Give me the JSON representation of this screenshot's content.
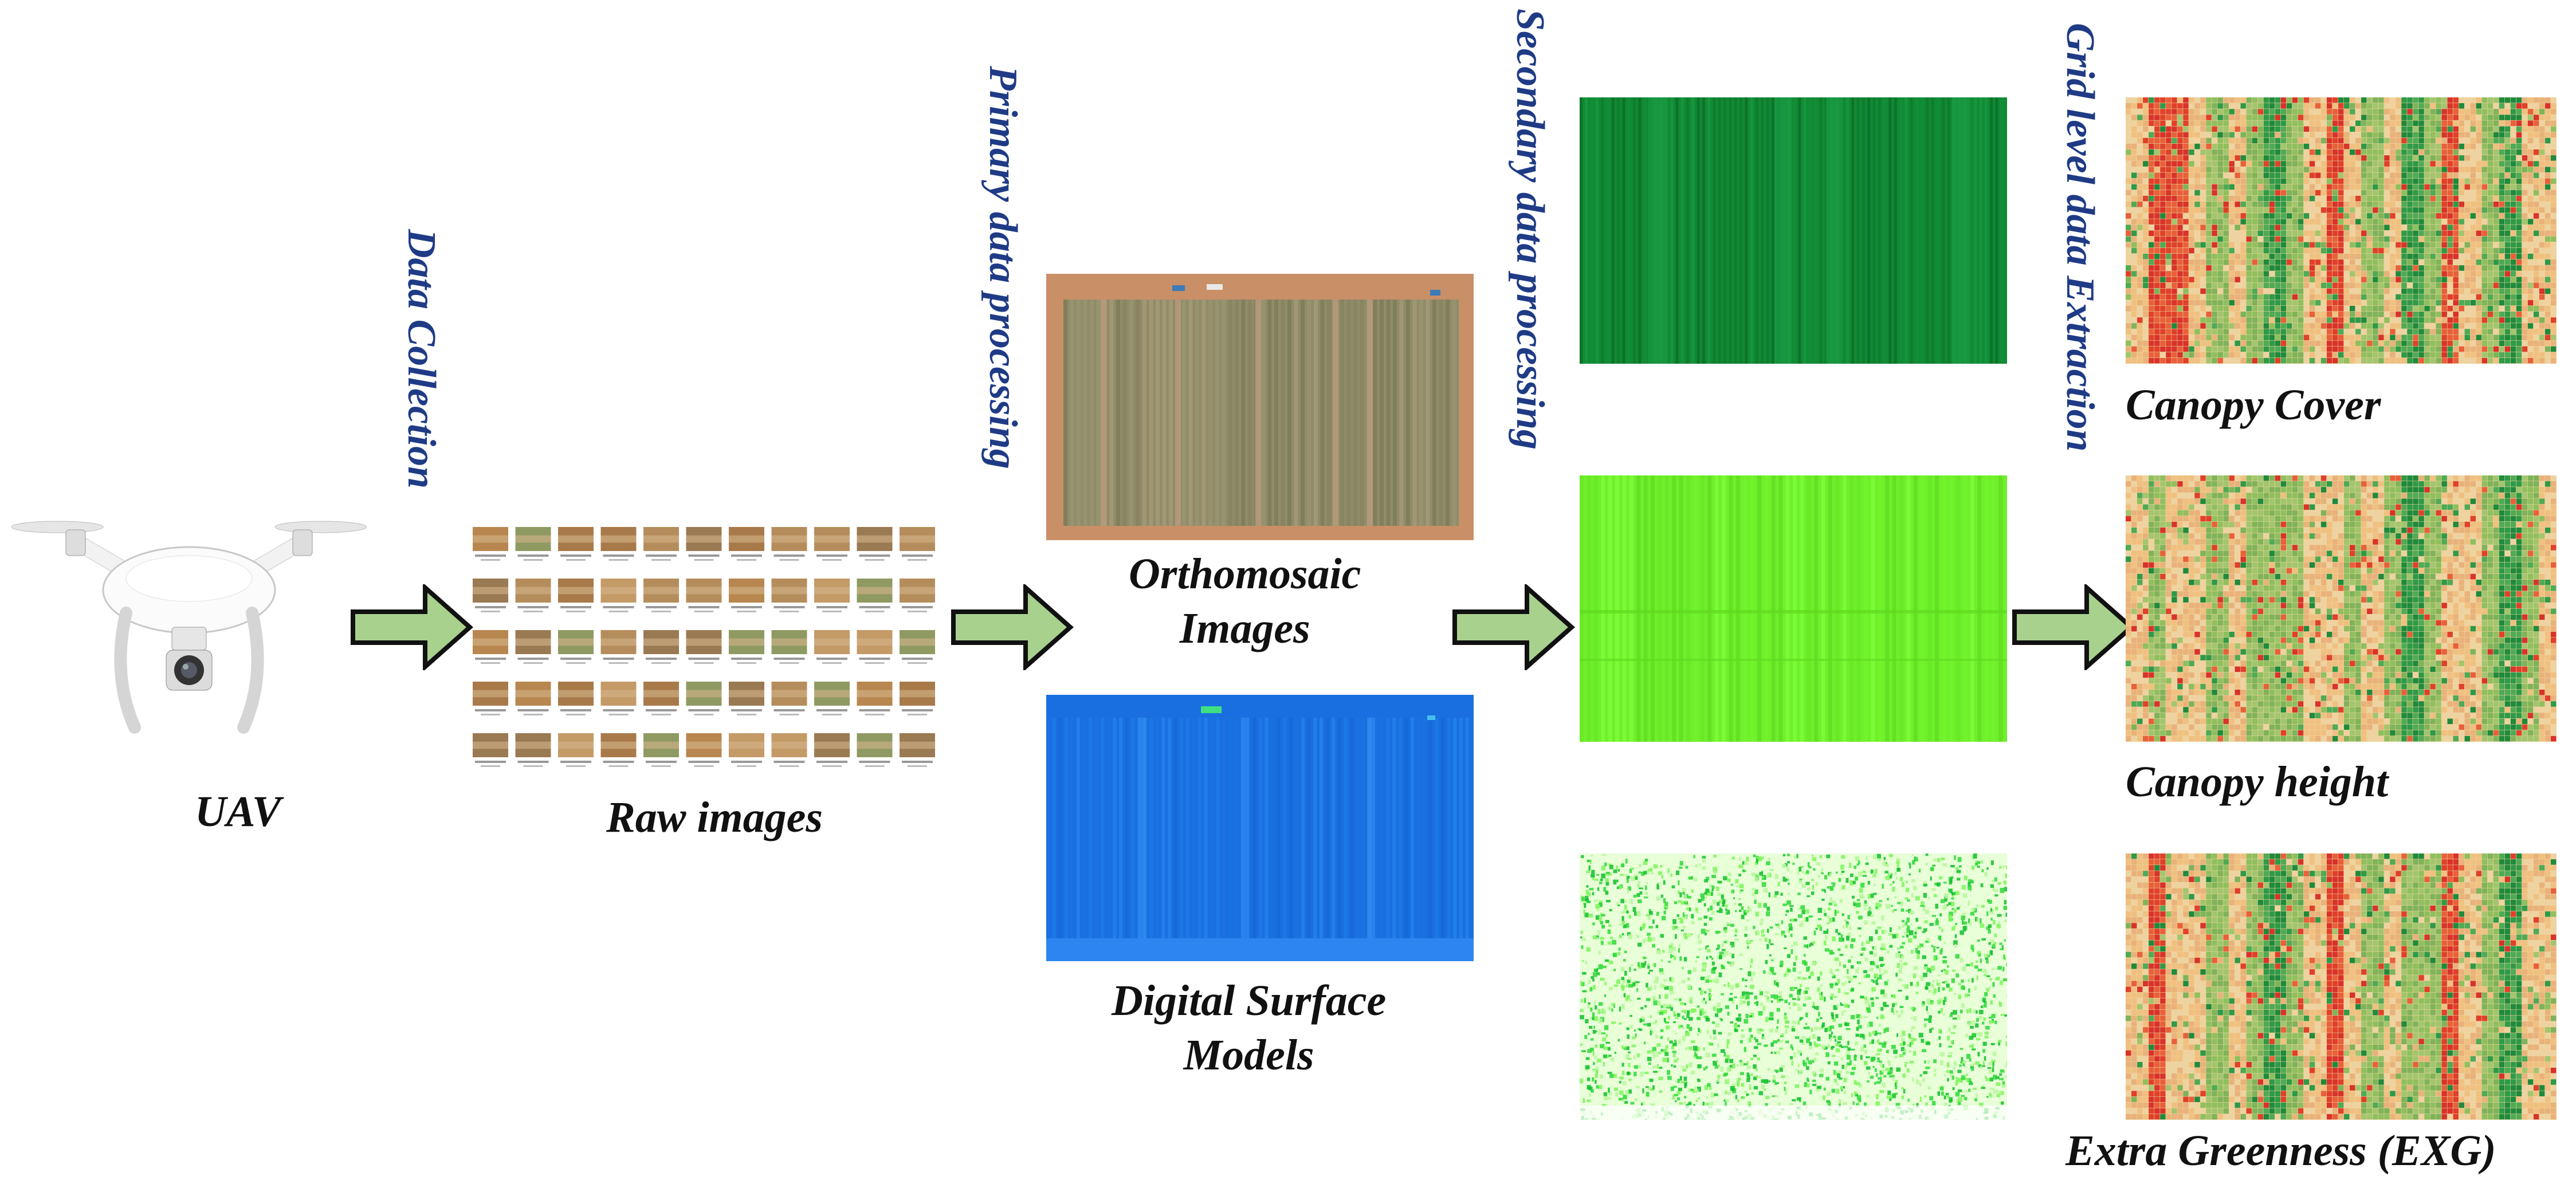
{
  "stages": {
    "uav": "UAV",
    "raw_images": "Raw images",
    "orthomosaic_line1": "Orthomosaic",
    "orthomosaic_line2": "Images",
    "dsm_line1": "Digital Surface",
    "dsm_line2": "Models",
    "canopy_cover": "Canopy Cover",
    "canopy_height": "Canopy height",
    "exg": "Extra Greenness (EXG)"
  },
  "process_labels": {
    "data_collection": "Data Collection",
    "primary": "Primary data processing",
    "secondary": "Secondary data processing",
    "grid": "Grid level data Extraction"
  },
  "colors": {
    "arrow_fill": "#a9d18e",
    "arrow_stroke": "#111111",
    "process_label": "#1f3b86",
    "soil": "#c9926a",
    "dsm_blue": "#1a6fe0",
    "veg_dark": "#0a8a2e",
    "veg_bright": "#7cff2a",
    "grid_red": "#e0402a",
    "grid_tan": "#eed3a0",
    "grid_green": "#7fb35a"
  }
}
